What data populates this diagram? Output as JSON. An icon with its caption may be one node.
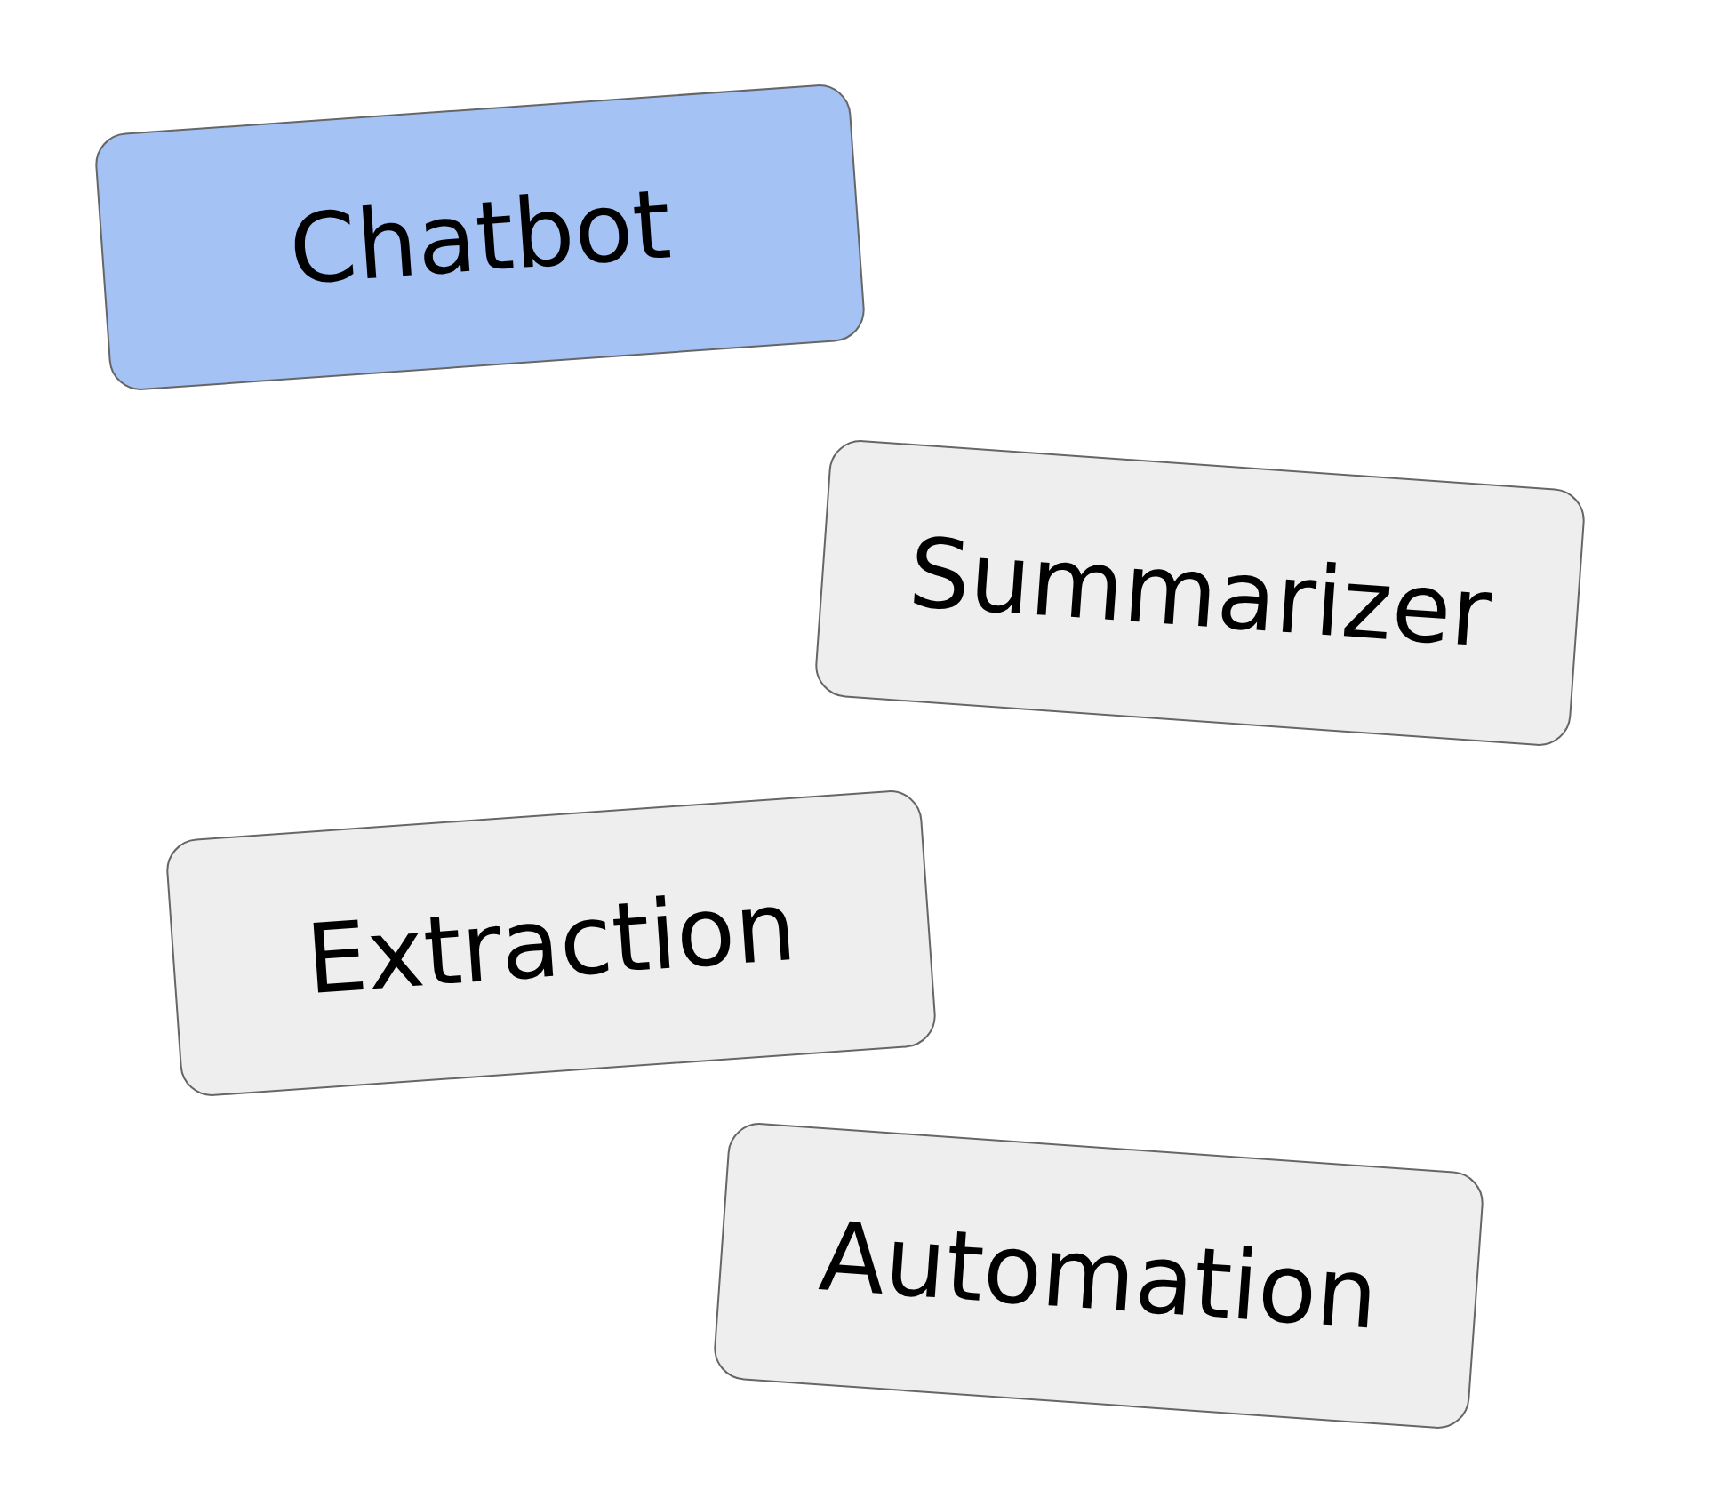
{
  "diagram": {
    "nodes": [
      {
        "text": [
          "Chatbot"
        ]
      },
      {
        "text": [
          "Summarizer"
        ]
      },
      {
        "text": [
          "Extraction"
        ]
      },
      {
        "text": [
          "Automation"
        ]
      }
    ]
  }
}
